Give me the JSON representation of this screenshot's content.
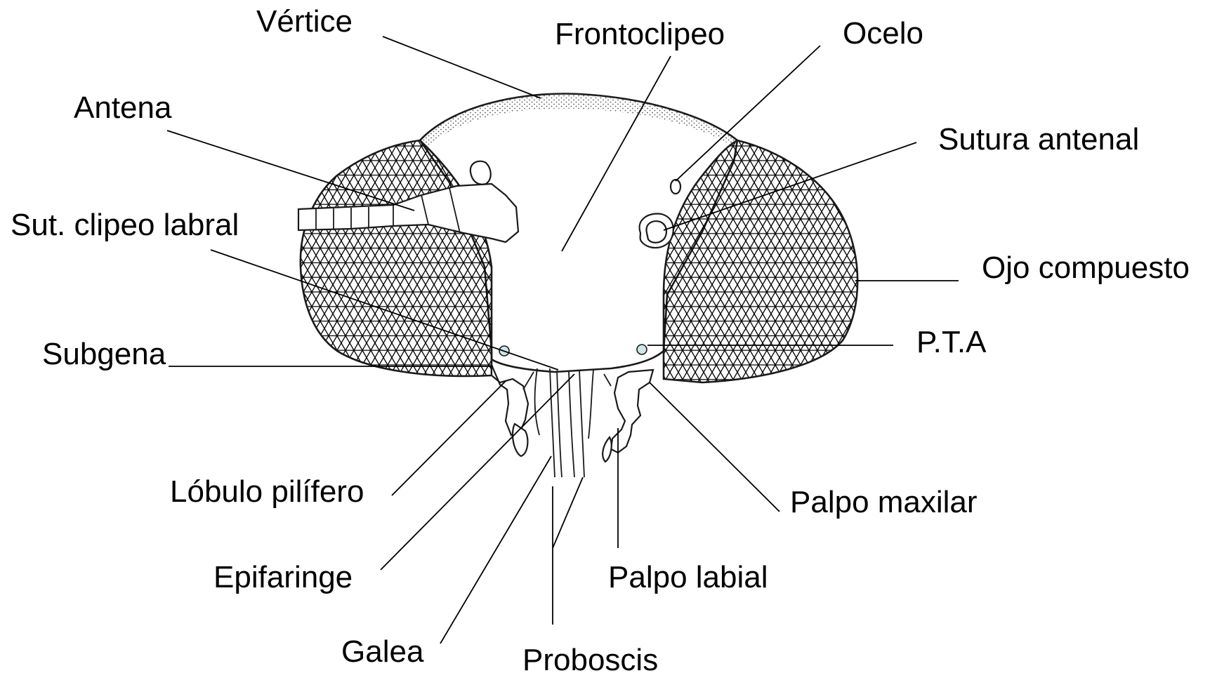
{
  "diagram": {
    "labels": {
      "vertice": "Vértice",
      "frontoclipeo": "Frontoclipeo",
      "ocelo": "Ocelo",
      "antena": "Antena",
      "sutura_antenal": "Sutura antenal",
      "sut_clipeo_labral": "Sut. clipeo labral",
      "ojo_compuesto": "Ojo compuesto",
      "subgena": "Subgena",
      "pta": "P.T.A",
      "lobulo_pilifero": "Lóbulo pilífero",
      "palpo_maxilar": "Palpo maxilar",
      "epifaringe": "Epifaringe",
      "palpo_labial": "Palpo labial",
      "galea": "Galea",
      "proboscis": "Proboscis"
    },
    "colors": {
      "line": "#000000",
      "outline": "#1a1a1a",
      "eye_mesh": "#000000",
      "pta_fill": "#cfe6ea",
      "vertex_stipple": "#555555"
    }
  }
}
